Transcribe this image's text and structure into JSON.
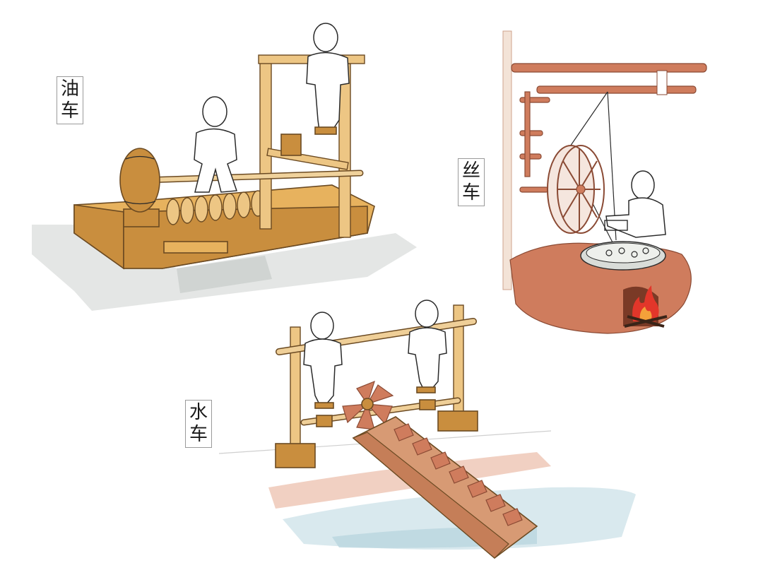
{
  "labels": {
    "oil_press": [
      "油",
      "车"
    ],
    "silk_reel": [
      "丝",
      "车"
    ],
    "water_wheel": [
      "水",
      "车"
    ]
  },
  "colors": {
    "wood": "#e7b25e",
    "wood_dark": "#c98e3e",
    "brick": "#cf7c5d",
    "water": "#cfe3ea",
    "ground": "#cdd2cf",
    "fire": "#e2362a"
  }
}
